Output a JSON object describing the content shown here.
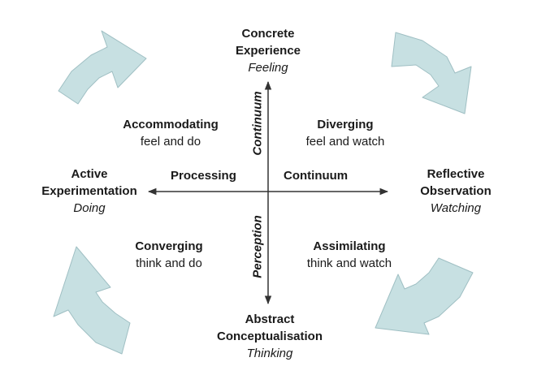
{
  "colors": {
    "arrow_fill": "#c7e0e2",
    "arrow_stroke": "#9fbfc3",
    "axis": "#333333",
    "text": "#1a1a1a"
  },
  "poles": {
    "top": {
      "title_1": "Concrete",
      "title_2": "Experience",
      "subtitle": "Feeling"
    },
    "bottom": {
      "title_1": "Abstract",
      "title_2": "Conceptualisation",
      "subtitle": "Thinking"
    },
    "left": {
      "title_1": "Active",
      "title_2": "Experimentation",
      "subtitle": "Doing"
    },
    "right": {
      "title_1": "Reflective",
      "title_2": "Observation",
      "subtitle": "Watching"
    }
  },
  "quadrants": {
    "top_left": {
      "title": "Accommodating",
      "subtitle": "feel and do"
    },
    "top_right": {
      "title": "Diverging",
      "subtitle": "feel and watch"
    },
    "bottom_left": {
      "title": "Converging",
      "subtitle": "think and do"
    },
    "bottom_right": {
      "title": "Assimilating",
      "subtitle": "think and watch"
    }
  },
  "axis_labels": {
    "horizontal_left": "Processing",
    "horizontal_right": "Continuum",
    "vertical_top": "Continuum",
    "vertical_bottom": "Perception"
  },
  "cycle_arrows": [
    "cycle-arrow-top-left",
    "cycle-arrow-top-right",
    "cycle-arrow-bottom-right",
    "cycle-arrow-bottom-left"
  ]
}
